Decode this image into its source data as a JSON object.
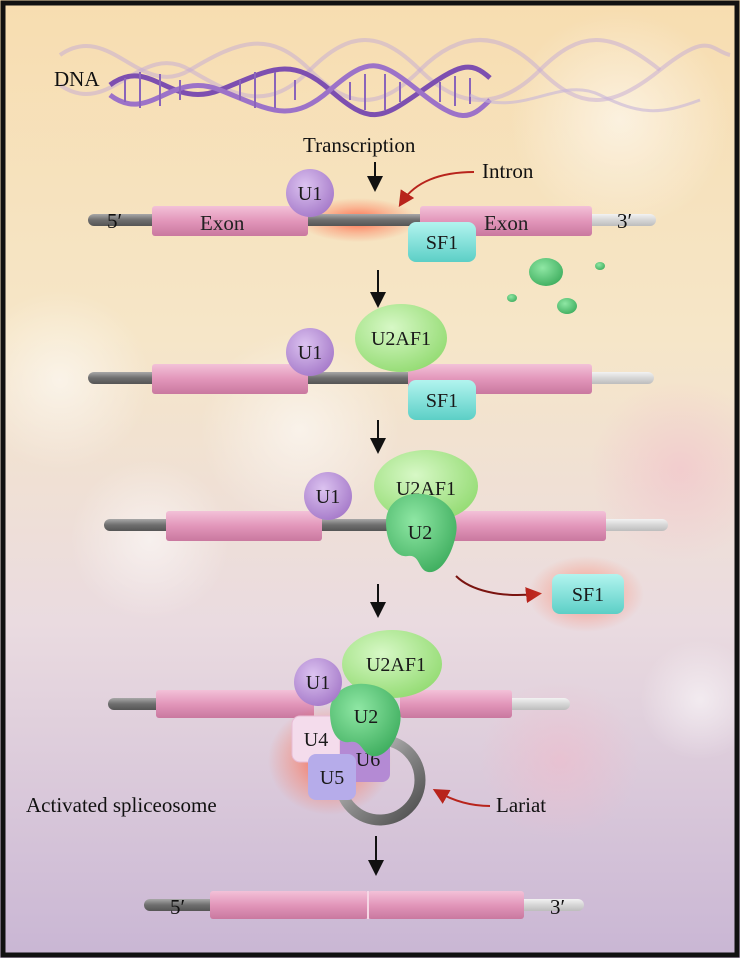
{
  "labels": {
    "dna": "DNA",
    "transcription": "Transcription",
    "intron": "Intron",
    "exon_left": "Exon",
    "exon_right": "Exon",
    "five_prime": "5′",
    "three_prime": "3′",
    "activated_spliceosome": "Activated spliceosome",
    "lariat": "Lariat"
  },
  "factors": {
    "u1": "U1",
    "u2": "U2",
    "u2af1": "U2AF1",
    "sf1": "SF1",
    "u4": "U4",
    "u5": "U5",
    "u6": "U6"
  },
  "colors": {
    "exon": "#e9a3c3",
    "intron_backbone": "#8c8c8c",
    "u1": "#b98fd6",
    "u2": "#5fcf7e",
    "u2af1": "#aee895",
    "sf1": "#7ee3dc",
    "u4": "#f2d9ea",
    "u5": "#b7aee9",
    "u6": "#b98fd6",
    "dna_helix": "#8a5cb5",
    "highlight_glow": "#ff5a3a"
  }
}
